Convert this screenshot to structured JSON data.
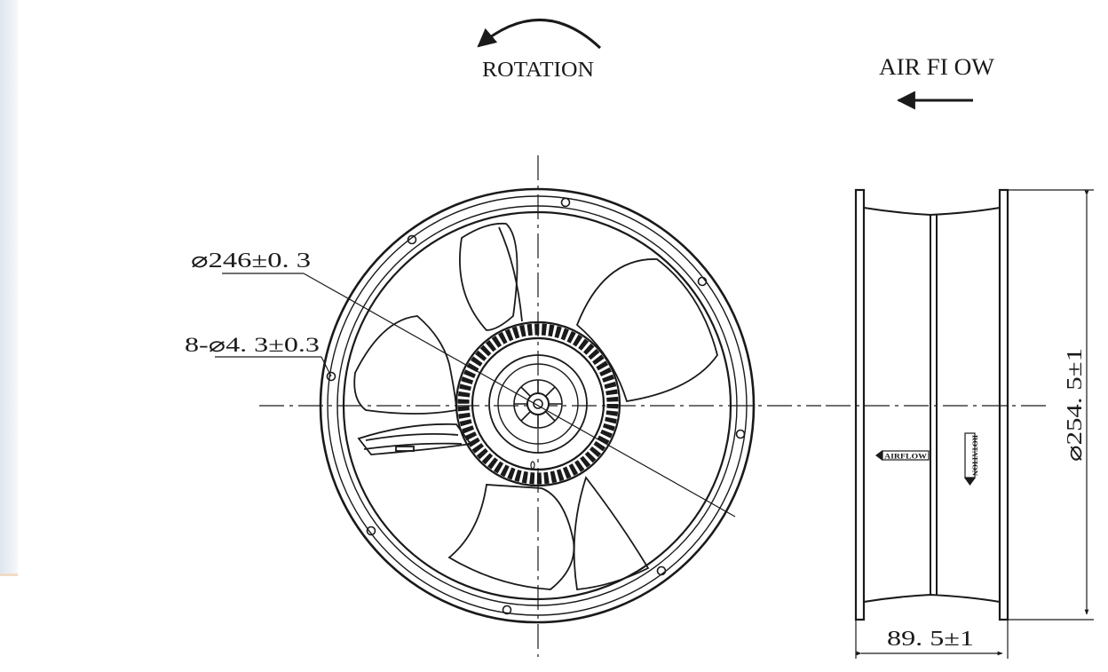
{
  "labels": {
    "rotation": "ROTATION",
    "airflow": "AIR FI OW",
    "diameter_blade": "⌀246±0. 3",
    "holes": "8-⌀4. 3±0.3",
    "outer_diameter": "⌀254. 5±1",
    "depth": "89. 5±1",
    "frame_airflow": "AIRFLOW",
    "frame_rotation": "ROTATION"
  },
  "colors": {
    "line": "#1a1a1a",
    "side_strip": "#e6ecf2"
  }
}
